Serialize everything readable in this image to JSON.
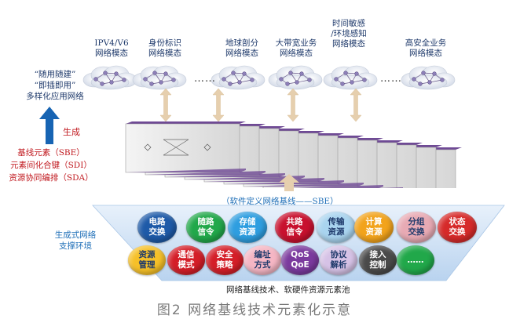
{
  "top_modes": [
    {
      "label": "IPV4/V6\n网络模态"
    },
    {
      "label": "身份标识\n网络模态"
    },
    {
      "label": "地球剖分\n网络模态"
    },
    {
      "label": "大带宽业务\n网络模态"
    },
    {
      "label": "时间敏感\n/环境感知\n网络模态"
    },
    {
      "label": "高安全业务\n网络模态"
    }
  ],
  "ellipsis": "……",
  "left_apps": [
    "“随用随建”",
    "“即插即用”",
    "多样化应用网络"
  ],
  "generate_label": "生成",
  "left_elements": [
    "基线元素（SBE）",
    "元素间化合键（SDI）",
    "资源协同编排（SDA）"
  ],
  "sbe_label": "（软件定义网络基线——SBE）",
  "env_label": [
    "生成式网络",
    "支撑环境"
  ],
  "resource_bubbles_row1": [
    {
      "label": "电路\n交换",
      "color": "#1e5aa8",
      "text_color": "#ffffff"
    },
    {
      "label": "随路\n信令",
      "color": "#21a84a",
      "text_color": "#ffffff"
    },
    {
      "label": "存储\n资源",
      "color": "#2e9ee0",
      "text_color": "#ffffff"
    },
    {
      "label": "共路\n信令",
      "color": "#c8102e",
      "text_color": "#ffffff"
    },
    {
      "label": "传输\n资源",
      "color": "#a9d4ef",
      "text_color": "#1f3a6b"
    },
    {
      "label": "计算\n资源",
      "color": "#f2a31b",
      "text_color": "#ffffff"
    },
    {
      "label": "分组\n交换",
      "color": "#e8aab4",
      "text_color": "#1f3a6b"
    },
    {
      "label": "状态\n交换",
      "color": "#d62a2a",
      "text_color": "#ffffff"
    }
  ],
  "resource_bubbles_row2": [
    {
      "label": "资源\n管理",
      "color": "#f6c028",
      "text_color": "#1f3a6b"
    },
    {
      "label": "通信\n模式",
      "color": "#d41e28",
      "text_color": "#ffffff"
    },
    {
      "label": "安全\n策略",
      "color": "#d41e28",
      "text_color": "#ffffff"
    },
    {
      "label": "编址\n方式",
      "color": "#f5b6c4",
      "text_color": "#1f3a6b"
    },
    {
      "label": "QoS\nQoE",
      "color": "#7b3a9e",
      "text_color": "#ffffff"
    },
    {
      "label": "协议\n解析",
      "color": "#d6c2e6",
      "text_color": "#1f3a6b"
    },
    {
      "label": "接入\n控制",
      "color": "#4a4a4a",
      "text_color": "#ffffff"
    },
    {
      "label": "……",
      "color": "#21a84a",
      "text_color": "#ffffff"
    }
  ],
  "pool_label": "网络基线技术、软硬件资源元素池",
  "caption": "图2  网络基线技术元素化示意"
}
